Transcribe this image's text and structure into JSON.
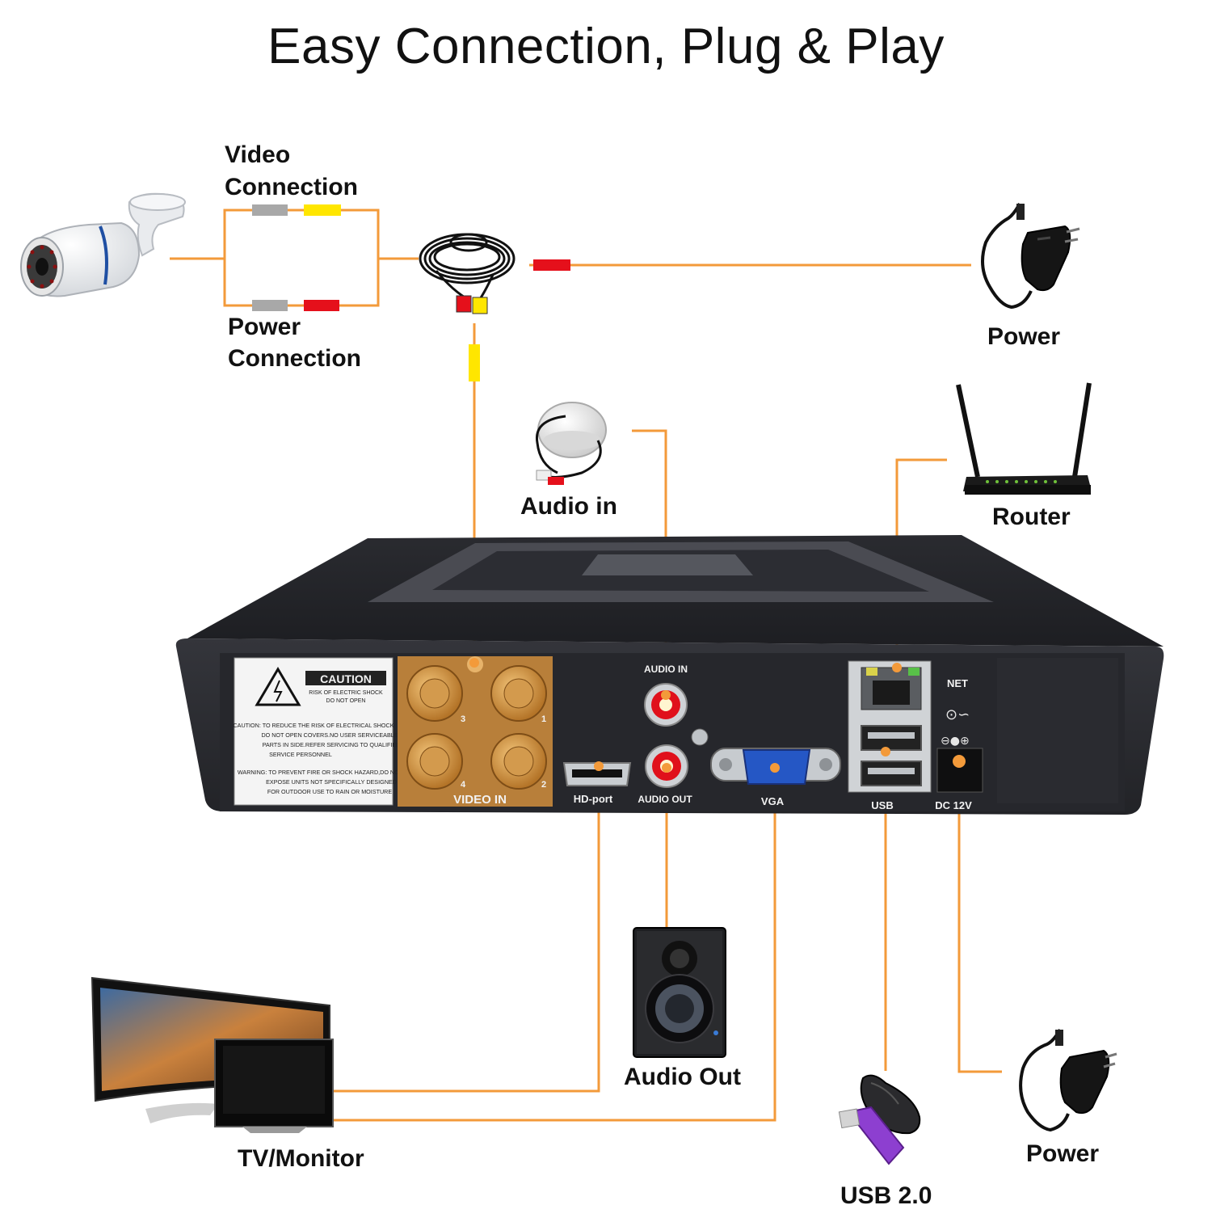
{
  "title": "Easy Connection, Plug & Play",
  "colors": {
    "wire": "#f39a3a",
    "connector_red": "#e5101b",
    "connector_yellow": "#ffe600",
    "connector_gray": "#a8a8a8",
    "dvr_body": "#2b2c31",
    "video_in_panel": "#c98a3c"
  },
  "labels": {
    "video_connection": [
      "Video",
      "Connection"
    ],
    "power_connection": [
      "Power",
      "Connection"
    ],
    "power_top": "Power",
    "audio_in": "Audio in",
    "router": "Router",
    "audio_out": "Audio Out",
    "tv_monitor": "TV/Monitor",
    "usb": "USB 2.0",
    "power_bottom": "Power"
  },
  "dvr": {
    "caution_title": "CAUTION",
    "caution_sub": [
      "RISK OF ELECTRIC SHOCK",
      "DO NOT OPEN"
    ],
    "caution_text": [
      "CAUTION: TO REDUCE THE RISK OF ELECTRICAL SHOCK",
      "DO NOT OPEN COVERS.NO USER SERVICEABLE",
      "PARTS IN SIDE.REFER SERVICING TO QUALIFIED",
      "SERVICE PERSONNEL",
      "WARNING: TO PREVENT FIRE OR SHOCK HAZARD,DO NOT",
      "EXPOSE UNITS NOT SPECIFICALLY DESIGNED",
      "FOR OUTDOOR USE TO RAIN OR MOISTURE"
    ],
    "bnc_numbers": [
      "3",
      "1",
      "4",
      "2"
    ],
    "video_in": "VIDEO IN",
    "audio_in": "AUDIO IN",
    "hd_port": "HD-port",
    "audio_out": "AUDIO OUT",
    "vga": "VGA",
    "net": "NET",
    "usb": "USB",
    "dc": "DC 12V"
  }
}
